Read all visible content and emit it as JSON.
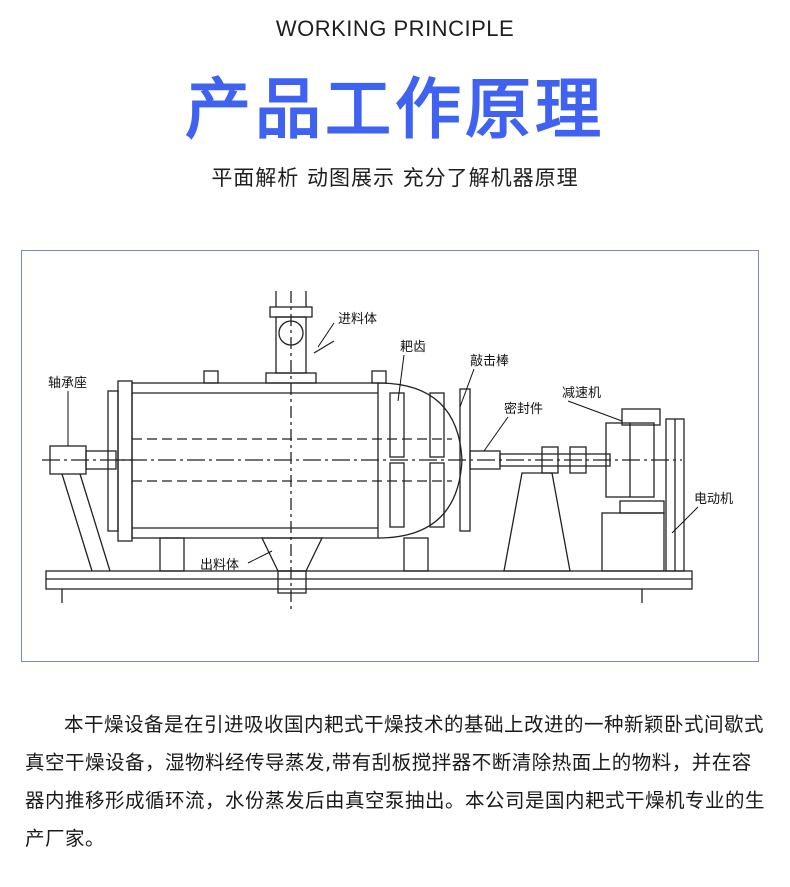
{
  "header": {
    "eyebrow": "WORKING PRINCIPLE",
    "title": "产品工作原理",
    "subtitle": "平面解析 动图展示 充分了解机器原理"
  },
  "diagram": {
    "callouts": {
      "feed": "进料体",
      "rake_teeth": "耙齿",
      "striking_rod": "敲击棒",
      "bearing_seat": "轴承座",
      "seal": "密封件",
      "reducer": "减速机",
      "motor": "电动机",
      "discharge": "出料体"
    }
  },
  "description": {
    "text": "本干燥设备是在引进吸收国内耙式干燥技术的基础上改进的一种新颖卧式间歇式真空干燥设备，湿物料经传导蒸发,带有刮板搅拌器不断清除热面上的物料，并在容器内推移形成循环流，水份蒸发后由真空泵抽出。本公司是国内耙式干燥机专业的生产厂家。"
  }
}
